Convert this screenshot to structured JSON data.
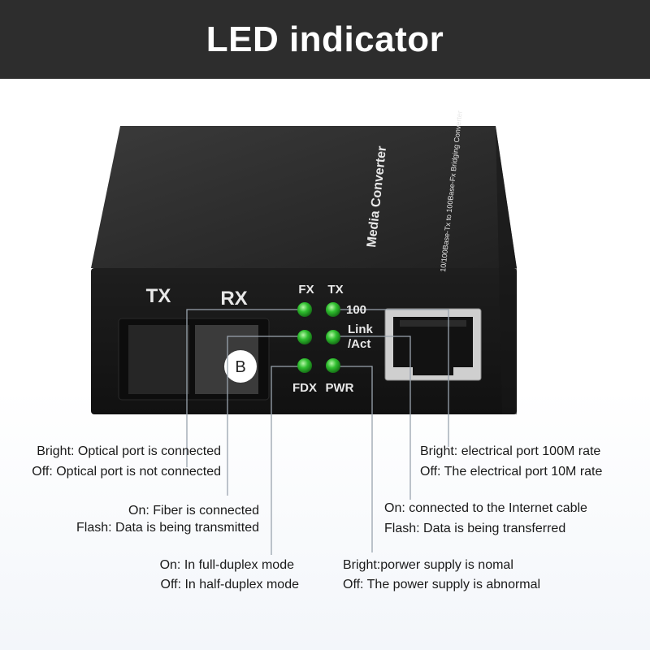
{
  "header": {
    "title": "LED indicator"
  },
  "device": {
    "side_text_1": "Media Converter",
    "side_text_2": "10/100Base-Tx to 100Base-Fx Bridging Converter",
    "port_tx": "TX",
    "port_rx": "RX",
    "port_badge": "B",
    "led_fx": "FX",
    "led_tx": "TX",
    "led_100": "100",
    "led_link_1": "Link",
    "led_link_2": "/Act",
    "led_fdx": "FDX",
    "led_pwr": "PWR",
    "led_color": "#2fbf2f"
  },
  "callouts": {
    "fx": {
      "line1": "Bright: Optical port is connected",
      "line2": "Off: Optical port is not connected"
    },
    "fiber": {
      "line1": "On: Fiber is connected",
      "line2": "Flash: Data is being transmitted"
    },
    "fdx": {
      "line1": "On: In full-duplex mode",
      "line2": "Off: In half-duplex mode"
    },
    "speed": {
      "line1": "Bright: electrical port 100M rate",
      "line2": "Off: The electrical port 10M rate"
    },
    "link": {
      "line1": "On: connected to the Internet cable",
      "line2": "Flash: Data is being transferred"
    },
    "pwr": {
      "line1": "Bright:porwer supply is nomal",
      "line2": "Off: The power supply is abnormal"
    }
  }
}
